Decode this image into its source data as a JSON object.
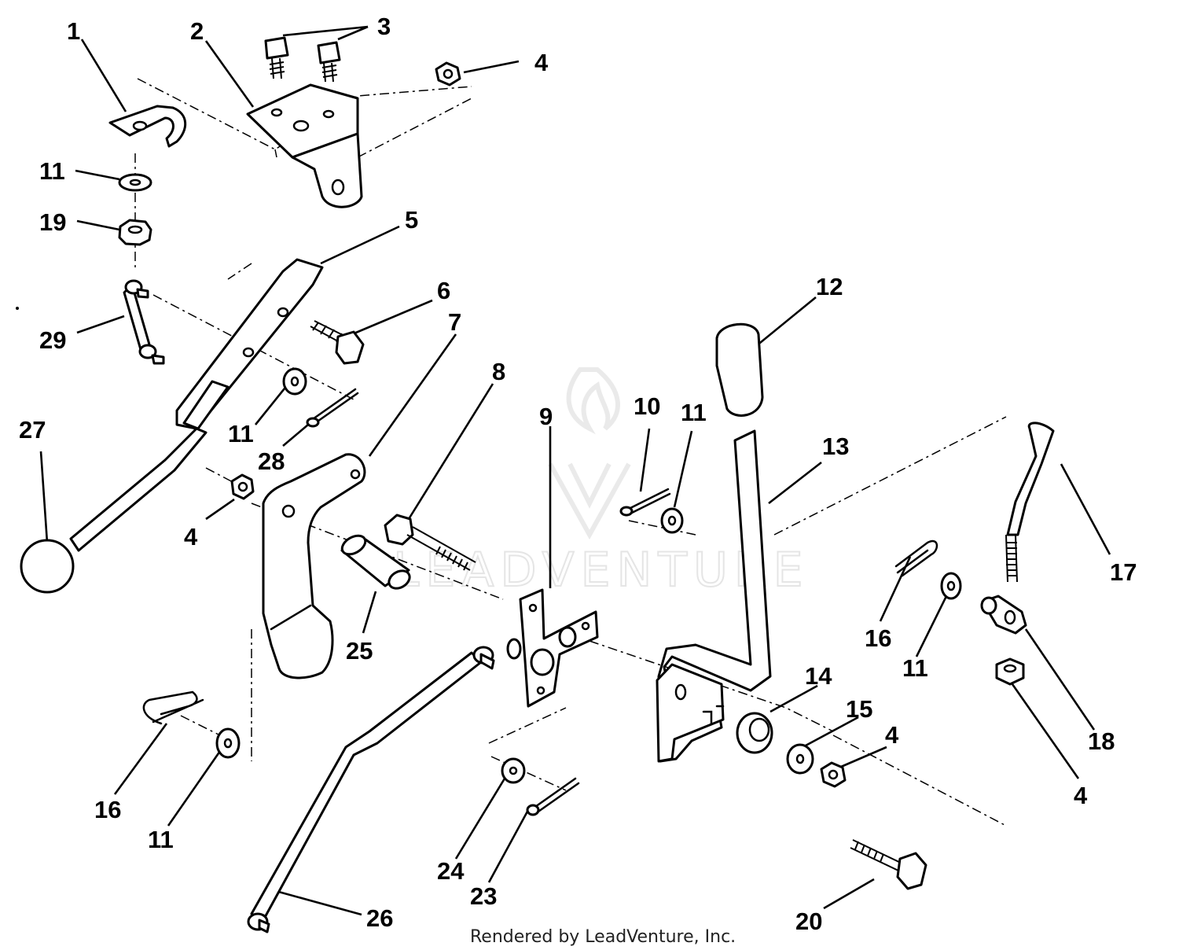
{
  "diagram": {
    "callouts": [
      {
        "id": "c1",
        "text": "1"
      },
      {
        "id": "c2",
        "text": "2"
      },
      {
        "id": "c3",
        "text": "3"
      },
      {
        "id": "c4a",
        "text": "4"
      },
      {
        "id": "c11a",
        "text": "11"
      },
      {
        "id": "c19",
        "text": "19"
      },
      {
        "id": "c5",
        "text": "5"
      },
      {
        "id": "c6",
        "text": "6"
      },
      {
        "id": "c29",
        "text": "29"
      },
      {
        "id": "c7",
        "text": "7"
      },
      {
        "id": "c12",
        "text": "12"
      },
      {
        "id": "c8",
        "text": "8"
      },
      {
        "id": "c27",
        "text": "27"
      },
      {
        "id": "c11b",
        "text": "11"
      },
      {
        "id": "c28",
        "text": "28"
      },
      {
        "id": "c9",
        "text": "9"
      },
      {
        "id": "c10",
        "text": "10"
      },
      {
        "id": "c11c",
        "text": "11"
      },
      {
        "id": "c13",
        "text": "13"
      },
      {
        "id": "c4b",
        "text": "4"
      },
      {
        "id": "c17",
        "text": "17"
      },
      {
        "id": "c25",
        "text": "25"
      },
      {
        "id": "c16a",
        "text": "16"
      },
      {
        "id": "c11d",
        "text": "11"
      },
      {
        "id": "c14",
        "text": "14"
      },
      {
        "id": "c15",
        "text": "15"
      },
      {
        "id": "c4c",
        "text": "4"
      },
      {
        "id": "c18",
        "text": "18"
      },
      {
        "id": "c4d",
        "text": "4"
      },
      {
        "id": "c16b",
        "text": "16"
      },
      {
        "id": "c11e",
        "text": "11"
      },
      {
        "id": "c24",
        "text": "24"
      },
      {
        "id": "c23",
        "text": "23"
      },
      {
        "id": "c26",
        "text": "26"
      },
      {
        "id": "c20",
        "text": "20"
      }
    ],
    "watermark": "LEADVENTURE",
    "credit": "Rendered by LeadVenture, Inc."
  }
}
